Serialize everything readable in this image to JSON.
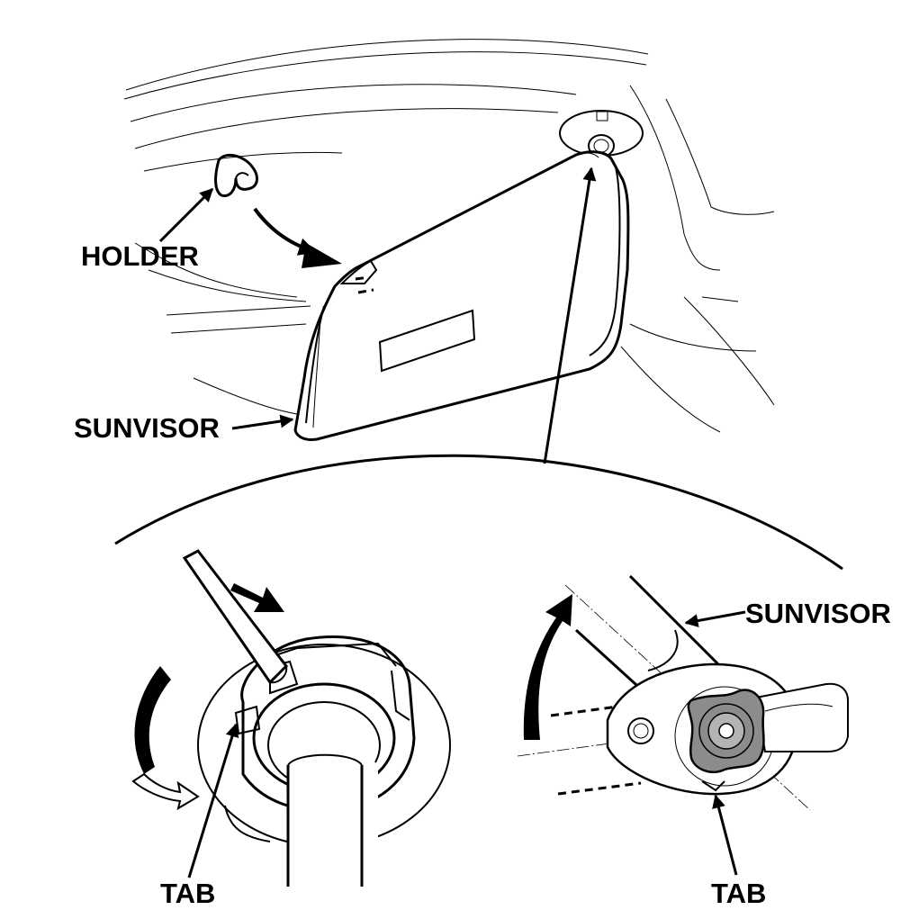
{
  "labels": {
    "holder": "HOLDER",
    "sunvisor_top": "SUNVISOR",
    "sunvisor_detail": "SUNVISOR",
    "tab_left": "TAB",
    "tab_right": "TAB"
  },
  "colors": {
    "ink": "#000000",
    "background": "#ffffff",
    "knob_fill": "#8c8c8c",
    "knob_center": "#b4b4b4"
  }
}
